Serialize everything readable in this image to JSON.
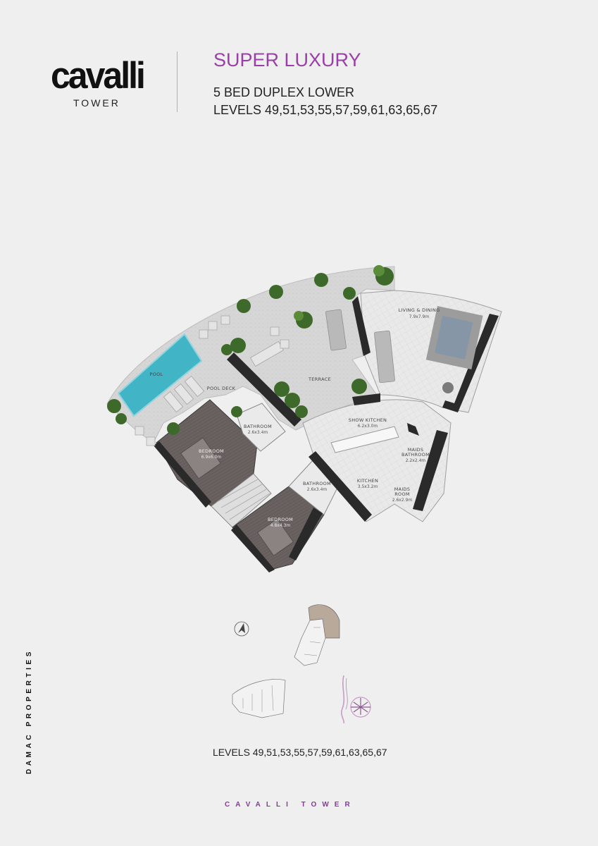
{
  "brand": {
    "logo_text": "cavalli",
    "logo_sub": "TOWER",
    "side_brand": "DAMAC PROPERTIES",
    "footer_brand": "CAVALLI TOWER"
  },
  "header": {
    "category": "SUPER LUXURY",
    "unit_type": "5 BED DUPLEX LOWER",
    "levels": "LEVELS 49,51,53,55,57,59,61,63,65,67"
  },
  "floorplan": {
    "rooms": [
      {
        "name": "LIVING & DINING",
        "dim": "7.9x7.9m"
      },
      {
        "name": "TERRACE",
        "dim": ""
      },
      {
        "name": "POOL",
        "dim": ""
      },
      {
        "name": "POOL DECK",
        "dim": ""
      },
      {
        "name": "SHOW KITCHEN",
        "dim": "6.2x3.0m"
      },
      {
        "name": "BATHROOM",
        "dim": "2.6x3.4m"
      },
      {
        "name": "BEDROOM",
        "dim": "6.9x6.0m"
      },
      {
        "name": "MAIDS BATHROOM",
        "dim": "2.2x2.4m"
      },
      {
        "name": "BATHROOM",
        "dim": "2.6x3.4m"
      },
      {
        "name": "KITCHEN",
        "dim": "3.5x3.2m"
      },
      {
        "name": "MAIDS ROOM",
        "dim": "2.6x2.9m"
      },
      {
        "name": "BEDROOM",
        "dim": "4.8x4.3m"
      }
    ],
    "colors": {
      "terrace": "#d8d8d8",
      "wall": "#2b2b2b",
      "pool": "#3fb6c9",
      "bedroom_floor": "#6d6563",
      "greenery": "#3e6b2a",
      "accent": "#9b3fa8"
    }
  },
  "key_plan": {
    "levels": "LEVELS 49,51,53,55,57,59,61,63,65,67",
    "compass_icon": "north-arrow-icon"
  }
}
